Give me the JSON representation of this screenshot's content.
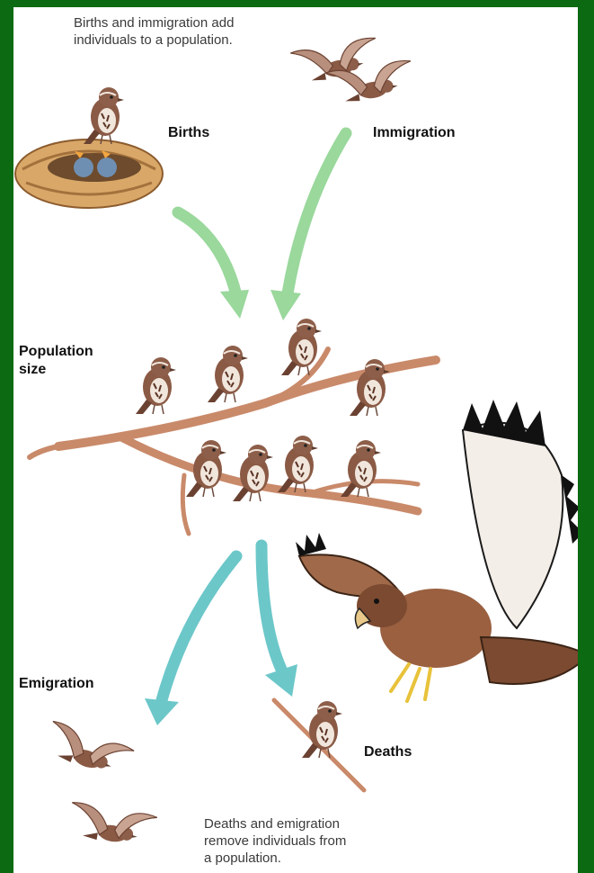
{
  "caption_top": [
    "Births and immigration add",
    "individuals to a population."
  ],
  "caption_bottom": [
    "Deaths and emigration",
    "remove individuals from",
    "a population."
  ],
  "labels": {
    "births": "Births",
    "immigration": "Immigration",
    "population_size": [
      "Population",
      "size"
    ],
    "emigration": "Emigration",
    "deaths": "Deaths"
  },
  "colors": {
    "frame": "#0b6a12",
    "inflow_arrow": "#9ad89c",
    "outflow_arrow": "#6cc7c9",
    "branch": "#c98a6a",
    "sparrow": "#8a5a45",
    "hawk_wing": "#f4eee8"
  }
}
